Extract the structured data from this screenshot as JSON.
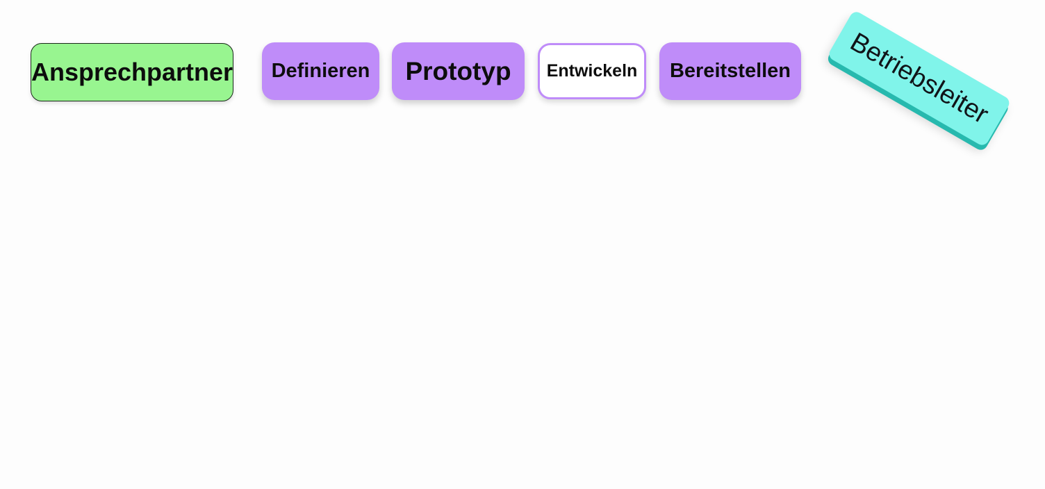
{
  "diagram": {
    "contact": {
      "label": "Ansprechpartner",
      "color": "#98f590"
    },
    "stages": [
      {
        "label": "Definieren",
        "style": "filled",
        "color": "#bf8cf9"
      },
      {
        "label": "Prototyp",
        "style": "filled",
        "color": "#bf8cf9"
      },
      {
        "label": "Entwickeln",
        "style": "outlined",
        "color": "#bf8cf9"
      },
      {
        "label": "Bereitstellen",
        "style": "filled",
        "color": "#bf8cf9"
      }
    ],
    "role": {
      "label": "Betriebsleiter",
      "color": "#80f4ea"
    }
  }
}
